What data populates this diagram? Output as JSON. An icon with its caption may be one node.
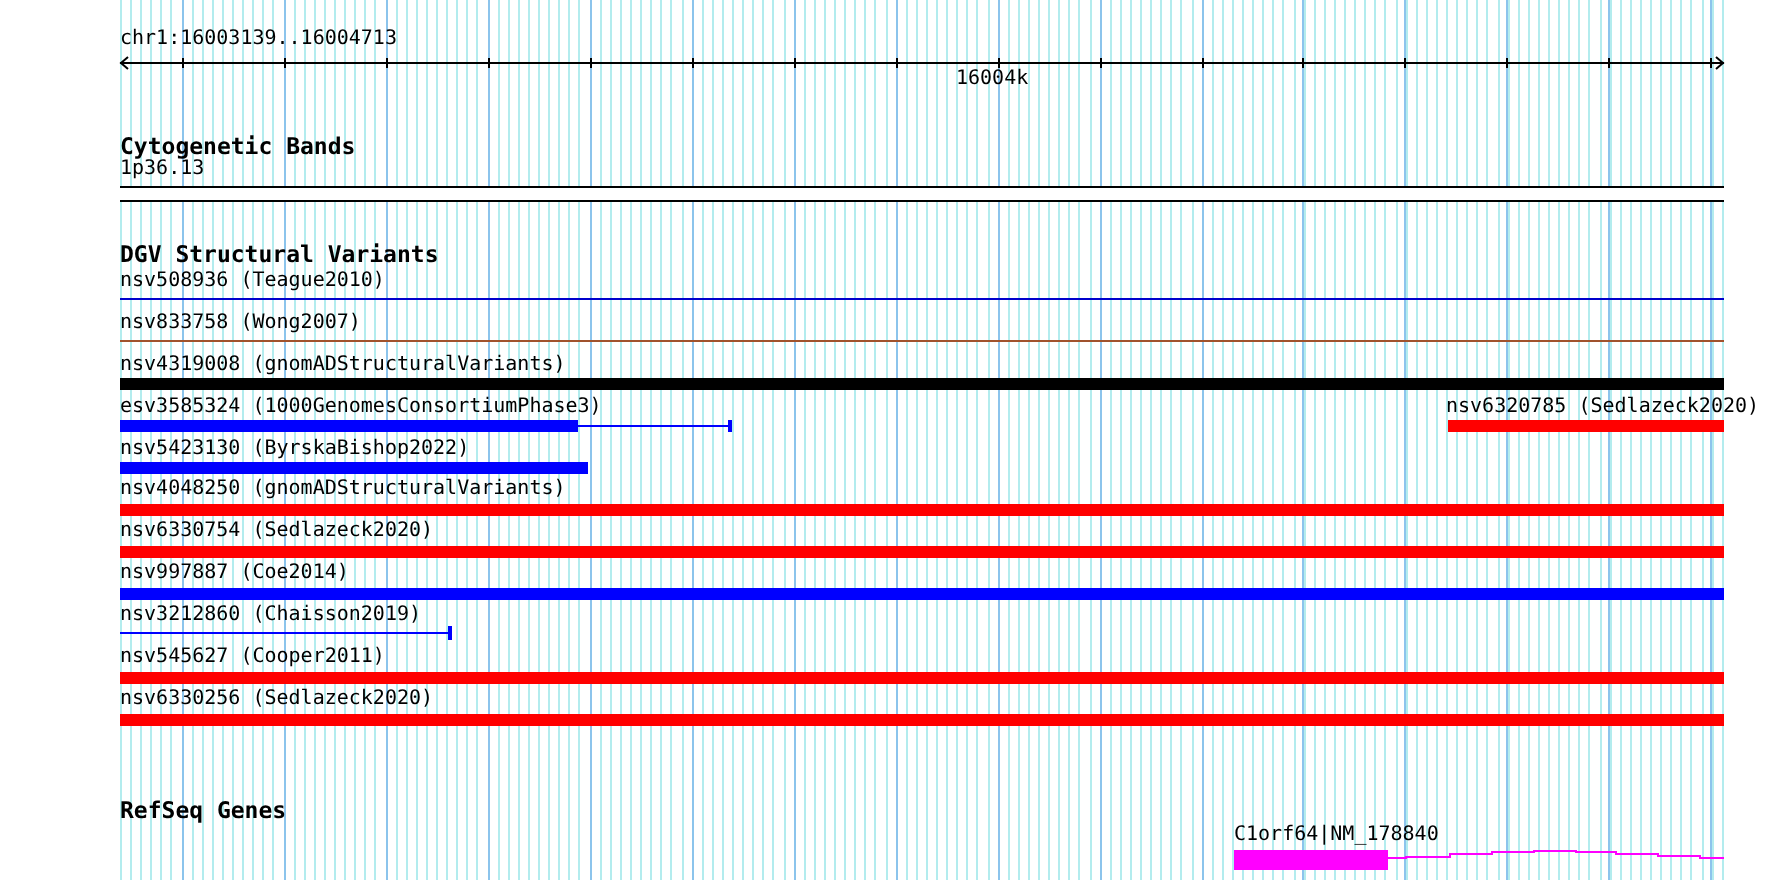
{
  "diagram": {
    "nodes": [
      {
        "text": [
          "1p36.13"
        ]
      },
      {
        "text": [
          "nsv508936 (Teague2010)"
        ]
      },
      {
        "text": [
          "nsv833758 (Wong2007)"
        ]
      },
      {
        "text": [
          "nsv4319008 (gnomADStructuralVariants)"
        ]
      },
      {
        "text": [
          "esv3585324 (1000GenomesConsortiumPhase3)"
        ]
      },
      {
        "text": [
          "nsv6320785 (Sedlazeck2020)"
        ]
      },
      {
        "text": [
          "nsv5423130 (ByrskaBishop2022)"
        ]
      },
      {
        "text": [
          "nsv4048250 (gnomADStructuralVariants)"
        ]
      },
      {
        "text": [
          "nsv6330754 (Sedlazeck2020)"
        ]
      },
      {
        "text": [
          "nsv997887 (Coe2014)"
        ]
      },
      {
        "text": [
          "nsv3212860 (Chaisson2019)"
        ]
      },
      {
        "text": [
          "nsv545627 (Cooper2011)"
        ]
      },
      {
        "text": [
          "nsv6330256 (Sedlazeck2020)"
        ]
      },
      {
        "text": [
          "C1orf64|NM_178840"
        ]
      }
    ],
    "labels": [
      "chr1:16003139..16004713",
      "16004k",
      "Cytogenetic Bands",
      "DGV Structural Variants",
      "RefSeq Genes"
    ]
  }
}
